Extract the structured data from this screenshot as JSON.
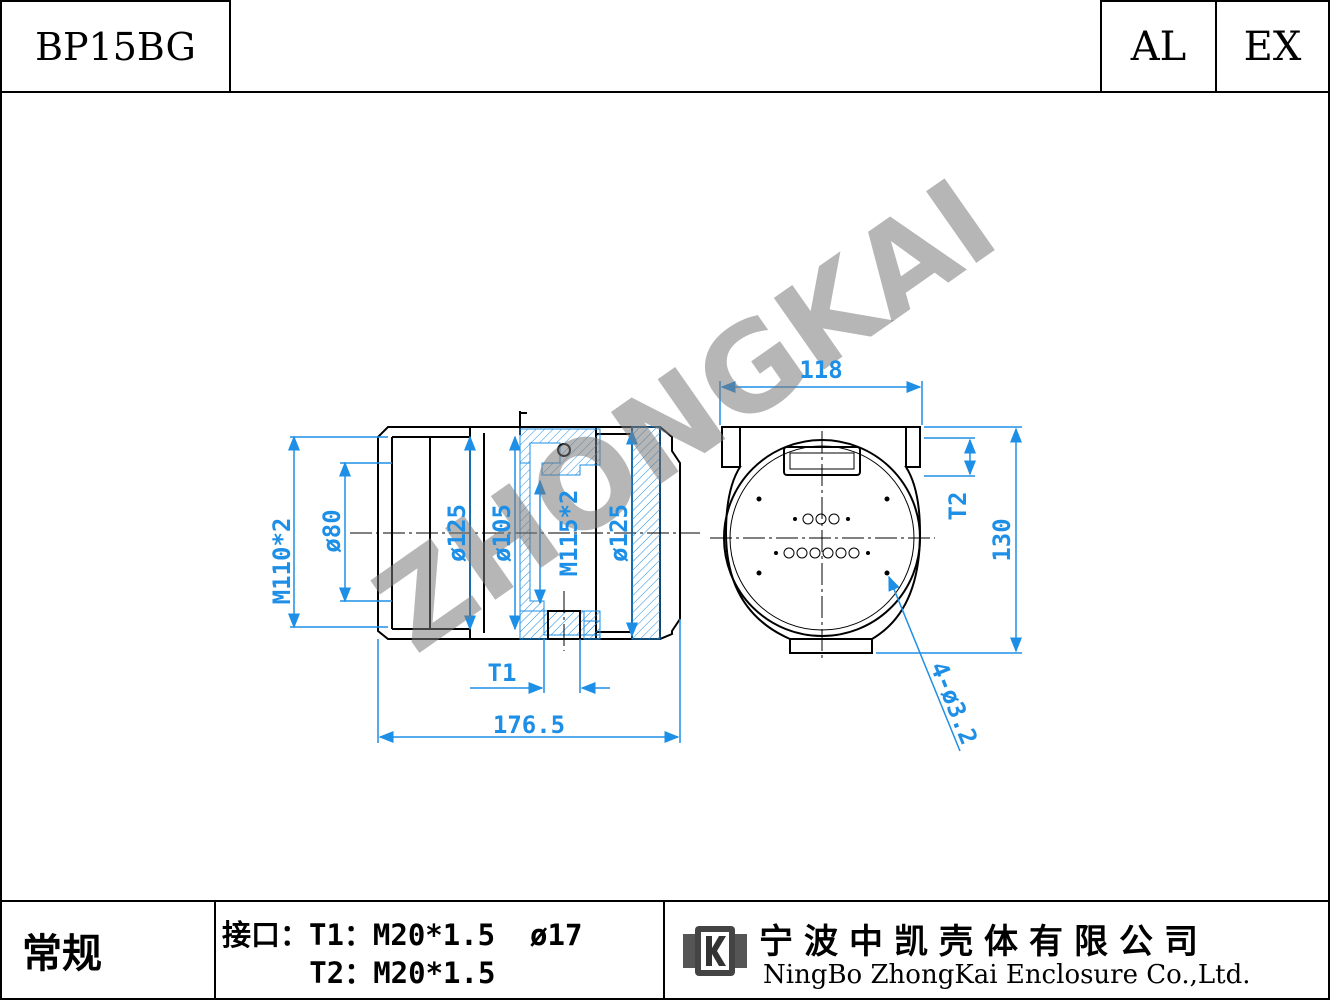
{
  "header": {
    "model_code": "BP15BG",
    "material": "AL",
    "certification": "EX"
  },
  "watermark": "ZHONGKAI",
  "dimensions": {
    "length": "176.5",
    "width": "118",
    "height": "130",
    "thread_outer": "M110*2",
    "dia_80": "ø80",
    "dia_125_left": "ø125",
    "dia_105": "ø105",
    "thread_inner": "M115*2",
    "dia_125_right": "ø125",
    "port_t1": "T1",
    "port_t2": "T2",
    "holes": "4-ø3.2"
  },
  "footer": {
    "type": "常规",
    "ports_line1": "接口：T1：M20*1.5  ø17",
    "ports_line2": "     T2：M20*1.5",
    "company_cn": "宁波中凯壳体有限公司",
    "company_en": "NingBo ZhongKai Enclosure Co.,Ltd."
  }
}
